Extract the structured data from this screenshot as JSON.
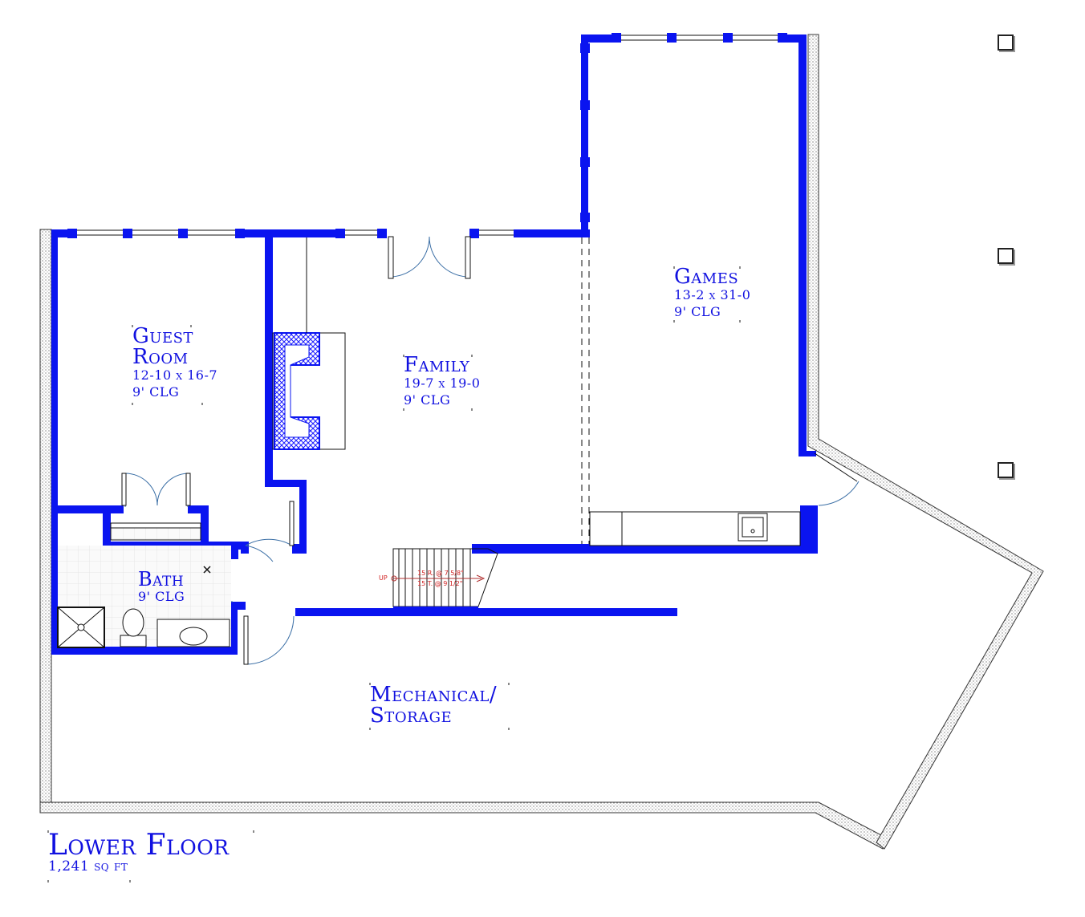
{
  "rooms": {
    "guest": {
      "name1": "Guest",
      "name2": "Room",
      "dims": "12-10 x 16-7",
      "ceiling": "9' CLG"
    },
    "family": {
      "name": "Family",
      "dims": "19-7 x 19-0",
      "ceiling": "9' CLG"
    },
    "games": {
      "name": "Games",
      "dims": "13-2 x 31-0",
      "ceiling": "9' CLG"
    },
    "bath": {
      "name": "Bath",
      "ceiling": "9' CLG"
    },
    "mechanical": {
      "name1": "Mechanical/",
      "name2": "Storage"
    }
  },
  "stair": {
    "direction": "UP",
    "risers": "15 R. @ 7 5/8\"",
    "treads": "15 T. @ 9 1/2\""
  },
  "title": {
    "main": "Lower Floor",
    "area": "1,241 sq ft"
  },
  "icons": [
    "square-icon",
    "square-icon",
    "square-icon"
  ],
  "colors": {
    "wall": "#0a14f0",
    "text": "#1010e0",
    "stair_text": "#d02020",
    "foundation": "#333333"
  }
}
